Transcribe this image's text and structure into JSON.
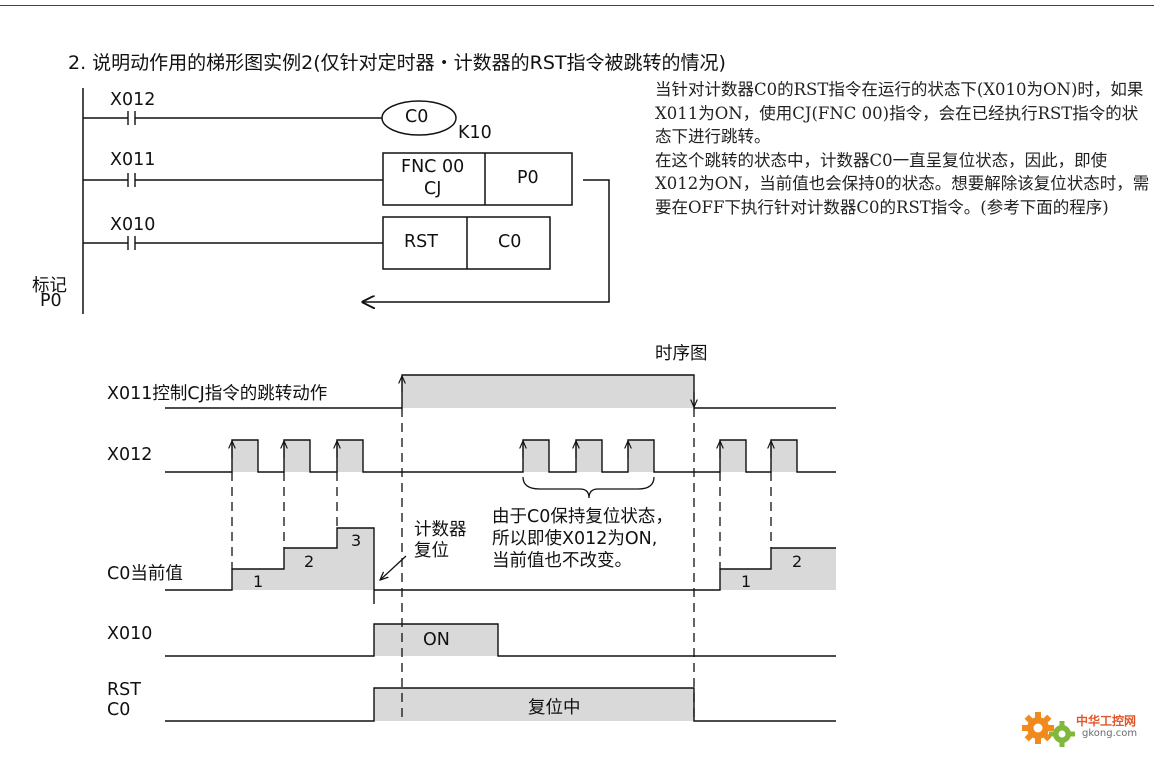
{
  "heading": "2. 说明动作用的梯形图实例2(仅针对定时器・计数器的RST指令被跳转的情况)",
  "description": [
    "当针对计数器C0的RST指令在运行的状态下(X010为ON)时，如果X011为ON，使用CJ(FNC 00)指令，会在已经执行RST指令的状态下进行跳转。",
    "在这个跳转的状态中，计数器C0一直呈复位状态，因此，即使X012为ON，当前值也会保持0的状态。想要解除该复位状态时，需要在OFF下执行针对计数器C0的RST指令。(参考下面的程序)"
  ],
  "ladder": {
    "contact_1": "X012",
    "contact_2": "X011",
    "contact_3": "X010",
    "coil_label": "C0",
    "coil_setting": "K10",
    "fnc_line1": "FNC 00",
    "fnc_line2": "CJ",
    "fnc_operand": "P0",
    "rst_label": "RST",
    "rst_operand": "C0",
    "pointer_line1": "标记",
    "pointer_line2": "P0"
  },
  "timing": {
    "title": "时序图",
    "row_x011": "X011控制CJ指令的跳转动作",
    "row_x012": "X012",
    "row_c0": "C0当前值",
    "row_x010": "X010",
    "row_rst_line1": "RST",
    "row_rst_line2": "C0",
    "c0_steps_before": [
      "1",
      "2",
      "3"
    ],
    "c0_steps_after": [
      "1",
      "2"
    ],
    "x010_on": "ON",
    "rst_active": "复位中",
    "note_reset_line1": "计数器",
    "note_reset_line2": "复位",
    "note_hold_line1": "由于C0保持复位状态，",
    "note_hold_line2": "所以即使X012为ON,",
    "note_hold_line3": "当前值也不改变。"
  },
  "watermark": {
    "brand": "中华工控网",
    "site": "gkong.com"
  },
  "colors": {
    "fill": "#d9d9d9",
    "line": "#111111",
    "logo_orange": "#f08a1c",
    "logo_green": "#7fb83a"
  }
}
